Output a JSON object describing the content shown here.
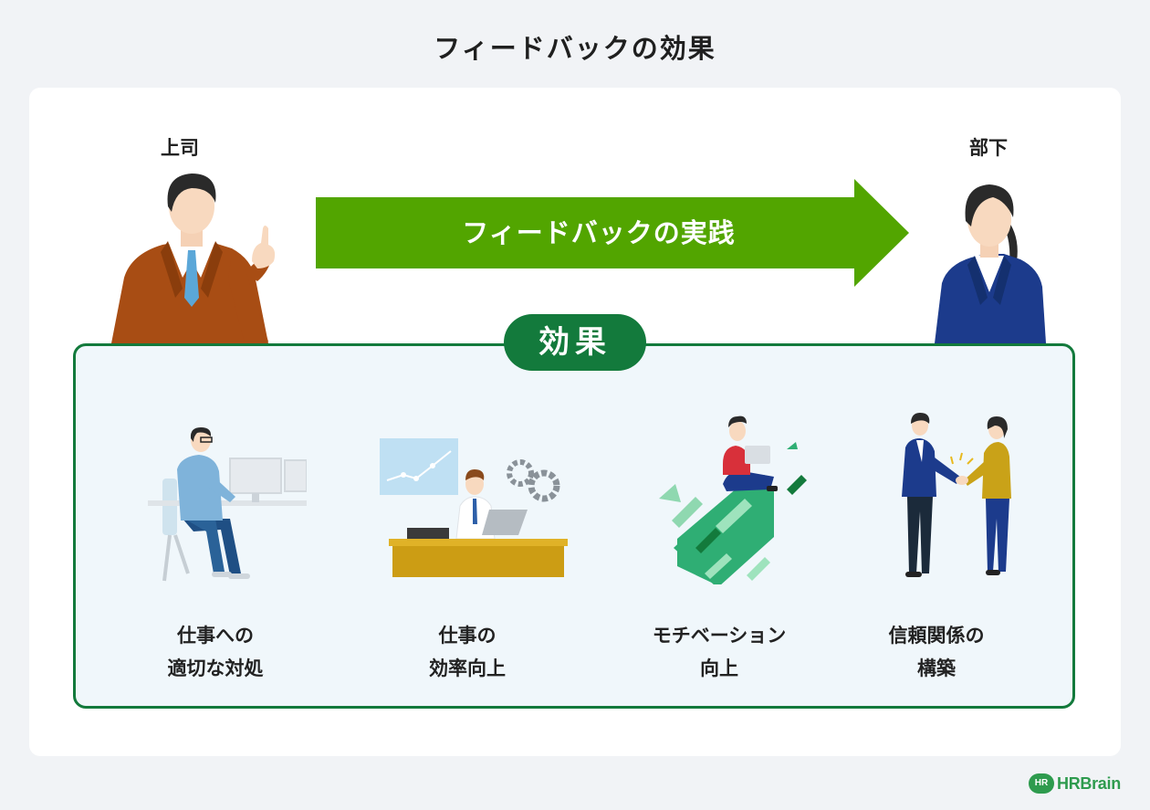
{
  "title": "フィードバックの効果",
  "roles": {
    "boss": "上司",
    "subordinate": "部下"
  },
  "arrow_label": "フィードバックの実践",
  "effects_heading": "効果",
  "effects": [
    {
      "line1": "仕事への",
      "line2": "適切な対処",
      "icon": "desk-worker-illustration"
    },
    {
      "line1": "仕事の",
      "line2": "効率向上",
      "icon": "efficiency-illustration"
    },
    {
      "line1": "モチベーション",
      "line2": "向上",
      "icon": "motivation-arrows-illustration"
    },
    {
      "line1": "信頼関係の",
      "line2": "構築",
      "icon": "handshake-illustration"
    }
  ],
  "logo": {
    "badge": "HR",
    "text": "HRBrain"
  },
  "colors": {
    "arrow": "#52a500",
    "effects_border": "#137a3c",
    "effects_bg": "#f0f7fb",
    "logo": "#2e9b4e"
  }
}
